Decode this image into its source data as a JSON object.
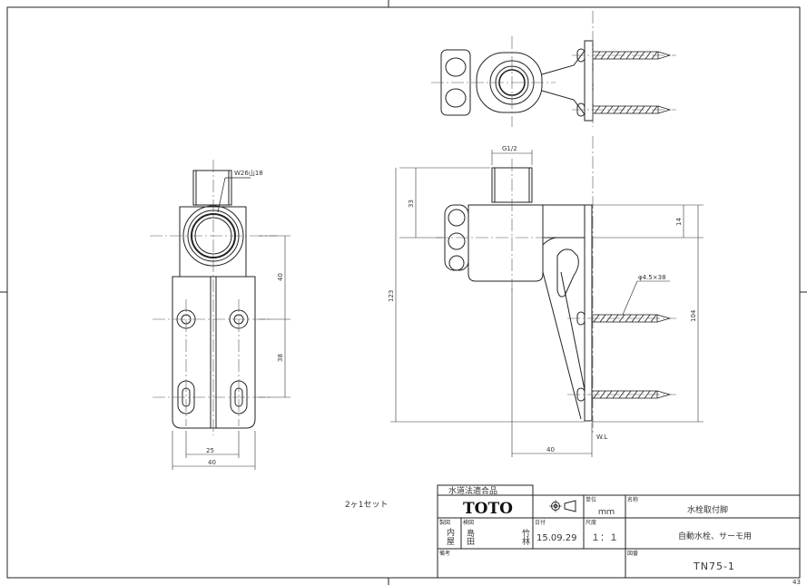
{
  "dimensions": {
    "front": {
      "thread_spec": "W26山18",
      "spacing_upper": "40",
      "spacing_lower": "38",
      "width_inner": "25",
      "width_outer": "40"
    },
    "side": {
      "thread": "G1/2",
      "height_top": "33",
      "height_total": "123",
      "offset_right": "14",
      "height_right": "104",
      "screw_spec": "φ4.5×38",
      "depth": "40",
      "wall_line_label": "W.L"
    }
  },
  "note": {
    "quantity": "2ヶ1セット"
  },
  "title_block": {
    "certification": "水道法適合品",
    "brand": "TOTO",
    "unit_label": "単位",
    "unit_value": "ｍｍ",
    "name_label": "名称",
    "name_value": "水栓取付脚",
    "drafted_label": "製図",
    "drafted_name_1": "内",
    "drafted_name_2": "屋",
    "checked_label": "検図",
    "checked_name_1": "島",
    "checked_name_2": "田",
    "approved_name_1": "竹",
    "approved_name_2": "林",
    "date_label": "日付",
    "date_value": "15.09.29",
    "scale_label": "尺度",
    "scale_value": "１：１",
    "usage_value": "自動水栓、サーモ用",
    "remarks_label": "備考",
    "drawing_no_label": "図番",
    "drawing_no_value": "TN75-1",
    "corner_mark": "43"
  }
}
